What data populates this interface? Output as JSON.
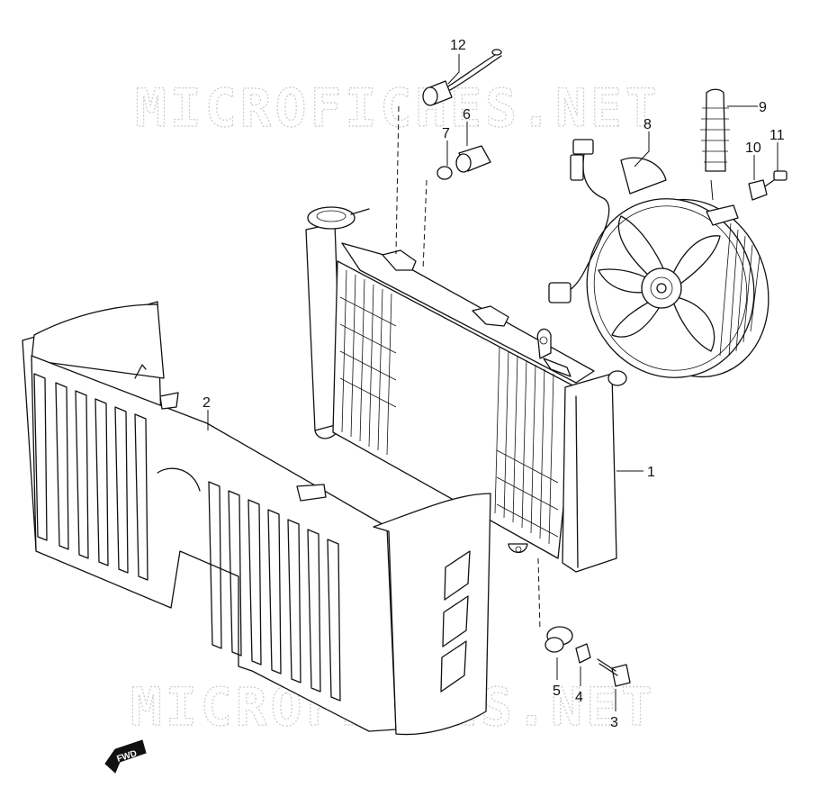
{
  "watermark": {
    "text": "MICROFICHES.NET"
  },
  "direction_badge": {
    "text": "FWD"
  },
  "callouts": [
    {
      "id": "12",
      "label": "12"
    },
    {
      "id": "6",
      "label": "6"
    },
    {
      "id": "7",
      "label": "7"
    },
    {
      "id": "8",
      "label": "8"
    },
    {
      "id": "9",
      "label": "9"
    },
    {
      "id": "10",
      "label": "10"
    },
    {
      "id": "11",
      "label": "11"
    },
    {
      "id": "2",
      "label": "2"
    },
    {
      "id": "1",
      "label": "1"
    },
    {
      "id": "5",
      "label": "5"
    },
    {
      "id": "4",
      "label": "4"
    },
    {
      "id": "3",
      "label": "3"
    }
  ],
  "colors": {
    "line": "#111111",
    "watermark": "#c9c9c9",
    "background": "#ffffff"
  }
}
